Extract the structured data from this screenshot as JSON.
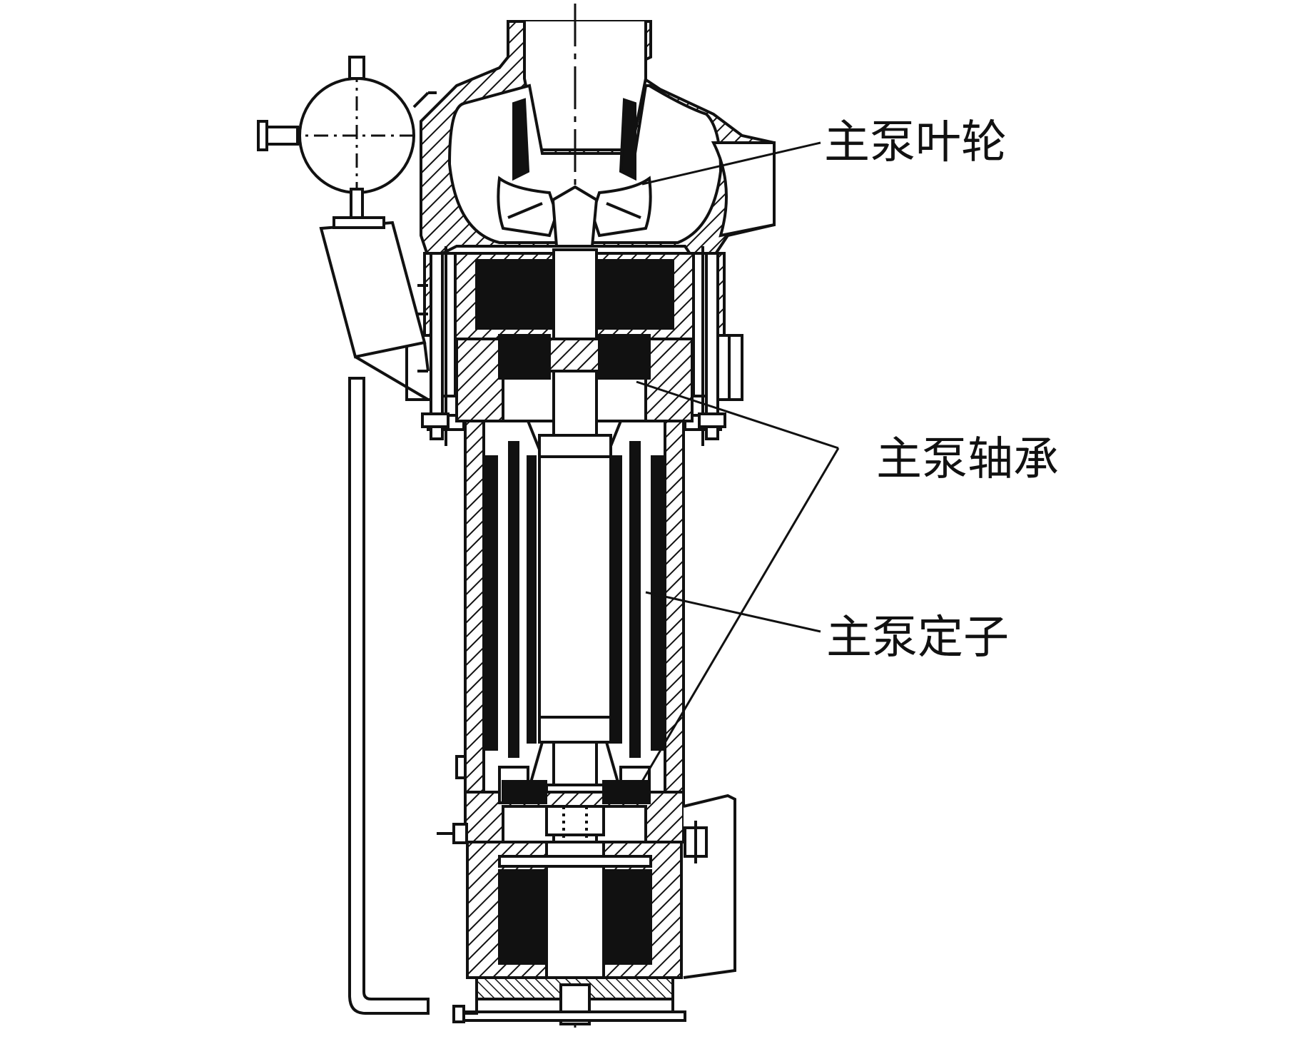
{
  "labels": {
    "impeller": "主泵叶轮",
    "bearing": "主泵轴承",
    "stator": "主泵定子"
  },
  "colors": {
    "ink": "#111111",
    "background": "#ffffff"
  }
}
